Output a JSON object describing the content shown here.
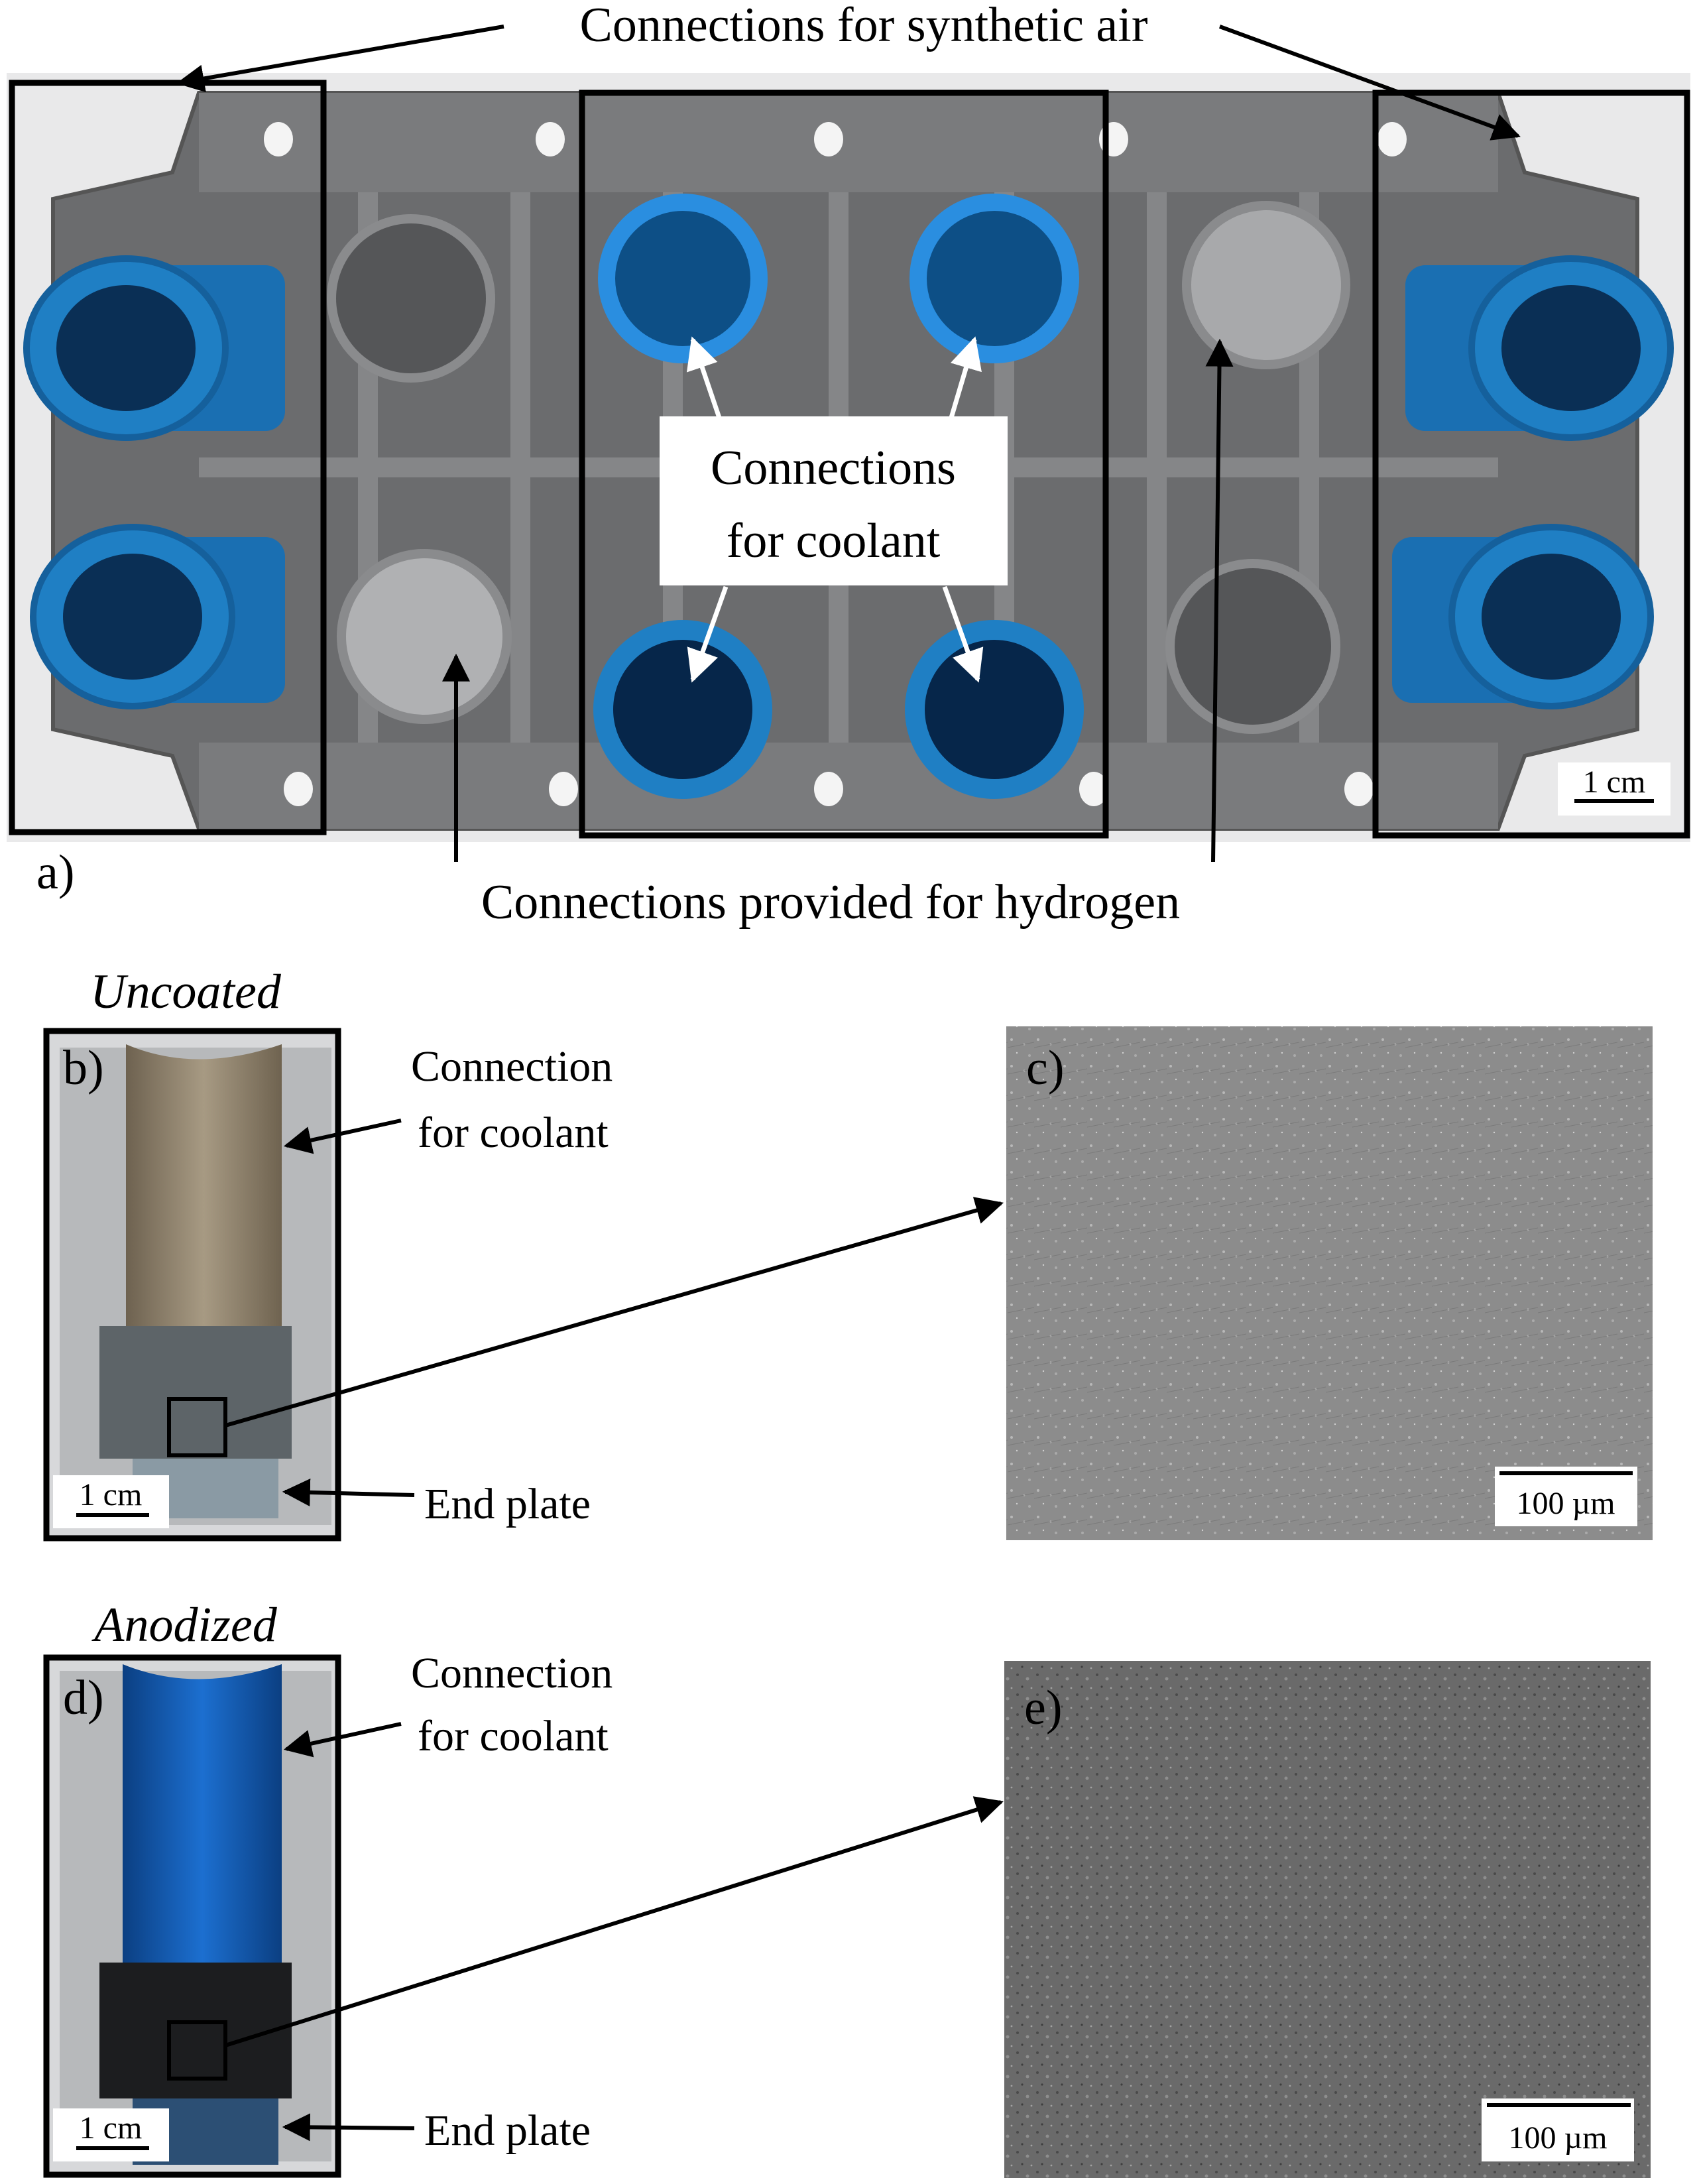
{
  "labels": {
    "synthetic_air": "Connections for synthetic air",
    "coolant_line1": "Connections",
    "coolant_line2": "for coolant",
    "hydrogen": "Connections provided for hydrogen",
    "panel_a": "a)",
    "panel_b": "b)",
    "panel_c": "c)",
    "panel_d": "d)",
    "panel_e": "e)",
    "uncoated": "Uncoated",
    "anodized": "Anodized",
    "conn_coolant_line1": "Connection",
    "conn_coolant_line2": "for coolant",
    "end_plate": "End plate",
    "scale_1cm": "1 cm",
    "scale_100um": "100 µm"
  },
  "colors": {
    "plate_gray": "#6b6c6e",
    "rib_gray": "#7d7e80",
    "blue_fitting": "#1f7fc4",
    "blue_dark": "#0d4f86",
    "sem_gray": "#8a8a8a",
    "sem_dark": "#5e5e5e"
  },
  "icons": {
    "arrow_black": "arrow-black-icon",
    "arrow_white": "arrow-white-icon"
  }
}
